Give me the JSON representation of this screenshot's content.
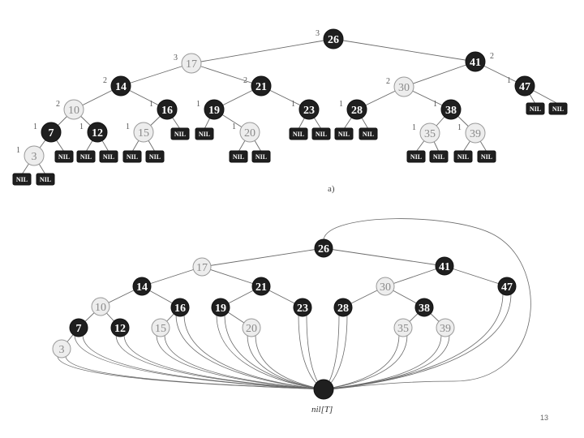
{
  "diagram": {
    "tree_a": {
      "caption": "a)",
      "nodes": [
        {
          "id": "a26",
          "key": "26",
          "color": "black",
          "bh": "3"
        },
        {
          "id": "a17",
          "key": "17",
          "color": "red",
          "bh": "3"
        },
        {
          "id": "a41",
          "key": "41",
          "color": "black",
          "bh": "2"
        },
        {
          "id": "a14",
          "key": "14",
          "color": "black",
          "bh": "2"
        },
        {
          "id": "a21",
          "key": "21",
          "color": "black",
          "bh": "2"
        },
        {
          "id": "a30",
          "key": "30",
          "color": "red",
          "bh": "2"
        },
        {
          "id": "a47",
          "key": "47",
          "color": "black",
          "bh": "1"
        },
        {
          "id": "a10",
          "key": "10",
          "color": "red",
          "bh": "2"
        },
        {
          "id": "a16",
          "key": "16",
          "color": "black",
          "bh": "1"
        },
        {
          "id": "a19",
          "key": "19",
          "color": "black",
          "bh": "1"
        },
        {
          "id": "a23",
          "key": "23",
          "color": "black",
          "bh": "1"
        },
        {
          "id": "a28",
          "key": "28",
          "color": "black",
          "bh": "1"
        },
        {
          "id": "a38",
          "key": "38",
          "color": "black",
          "bh": "1"
        },
        {
          "id": "a7",
          "key": "7",
          "color": "black",
          "bh": "1"
        },
        {
          "id": "a12",
          "key": "12",
          "color": "black",
          "bh": "1"
        },
        {
          "id": "a15",
          "key": "15",
          "color": "red",
          "bh": "1"
        },
        {
          "id": "a20",
          "key": "20",
          "color": "red",
          "bh": "1"
        },
        {
          "id": "a35",
          "key": "35",
          "color": "red",
          "bh": "1"
        },
        {
          "id": "a39",
          "key": "39",
          "color": "red",
          "bh": "1"
        },
        {
          "id": "a3",
          "key": "3",
          "color": "red",
          "bh": "1"
        }
      ],
      "nil_label": "NIL"
    },
    "tree_b": {
      "nodes": [
        {
          "id": "b26",
          "key": "26",
          "color": "black"
        },
        {
          "id": "b17",
          "key": "17",
          "color": "red"
        },
        {
          "id": "b41",
          "key": "41",
          "color": "black"
        },
        {
          "id": "b14",
          "key": "14",
          "color": "black"
        },
        {
          "id": "b21",
          "key": "21",
          "color": "black"
        },
        {
          "id": "b30",
          "key": "30",
          "color": "red"
        },
        {
          "id": "b47",
          "key": "47",
          "color": "black"
        },
        {
          "id": "b10",
          "key": "10",
          "color": "red"
        },
        {
          "id": "b16",
          "key": "16",
          "color": "black"
        },
        {
          "id": "b19",
          "key": "19",
          "color": "black"
        },
        {
          "id": "b23",
          "key": "23",
          "color": "black"
        },
        {
          "id": "b28",
          "key": "28",
          "color": "black"
        },
        {
          "id": "b38",
          "key": "38",
          "color": "black"
        },
        {
          "id": "b7",
          "key": "7",
          "color": "black"
        },
        {
          "id": "b12",
          "key": "12",
          "color": "black"
        },
        {
          "id": "b15",
          "key": "15",
          "color": "red"
        },
        {
          "id": "b20",
          "key": "20",
          "color": "red"
        },
        {
          "id": "b35",
          "key": "35",
          "color": "red"
        },
        {
          "id": "b39",
          "key": "39",
          "color": "red"
        },
        {
          "id": "b3",
          "key": "3",
          "color": "red"
        }
      ],
      "sentinel_label": "nil[T]"
    },
    "page_number": "13"
  }
}
